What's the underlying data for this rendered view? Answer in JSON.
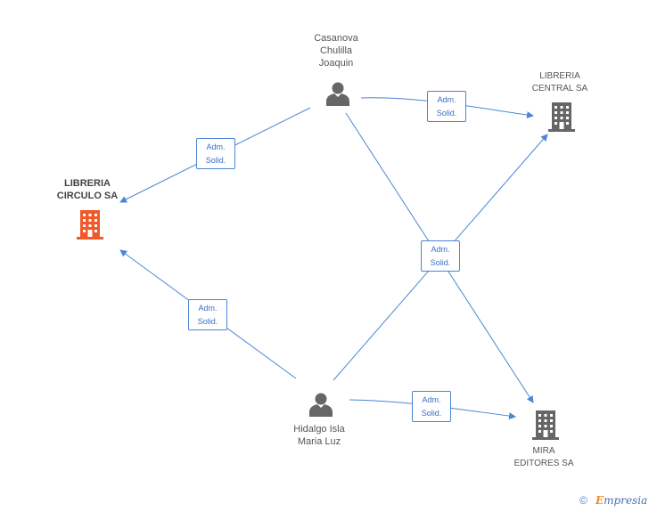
{
  "nodes": {
    "person_casanova": {
      "label_lines": [
        "Casanova",
        "Chulilla",
        "Joaquin"
      ],
      "type": "person"
    },
    "person_hidalgo": {
      "label_lines": [
        "Hidalgo Isla",
        "Maria Luz"
      ],
      "type": "person"
    },
    "company_circulo": {
      "label_lines": [
        "LIBRERIA",
        "CIRCULO SA"
      ],
      "type": "company",
      "color": "#f05a2a"
    },
    "company_central": {
      "label_lines": [
        "LIBRERIA",
        "CENTRAL SA"
      ],
      "type": "company",
      "color": "#666666"
    },
    "company_mira": {
      "label_lines": [
        "MIRA",
        "EDITORES SA"
      ],
      "type": "company",
      "color": "#666666"
    }
  },
  "edges": [
    {
      "from": "person_casanova",
      "to": "company_circulo",
      "label": [
        "Adm.",
        "Solid."
      ]
    },
    {
      "from": "person_casanova",
      "to": "company_central",
      "label": [
        "Adm.",
        "Solid."
      ]
    },
    {
      "from": "person_casanova",
      "to": "company_mira",
      "label": [
        "Adm.",
        "Solid."
      ]
    },
    {
      "from": "person_hidalgo",
      "to": "company_circulo",
      "label": [
        "Adm.",
        "Solid."
      ]
    },
    {
      "from": "person_hidalgo",
      "to": "company_central",
      "label": [
        "Adm.",
        "Solid."
      ]
    },
    {
      "from": "person_hidalgo",
      "to": "company_mira",
      "label": [
        "Adm.",
        "Solid."
      ]
    }
  ],
  "colors": {
    "edge": "#4a86d6",
    "person_icon": "#666666"
  },
  "footer": {
    "copyright_symbol": "©",
    "brand_initial": "E",
    "brand_rest": "mpresia"
  }
}
